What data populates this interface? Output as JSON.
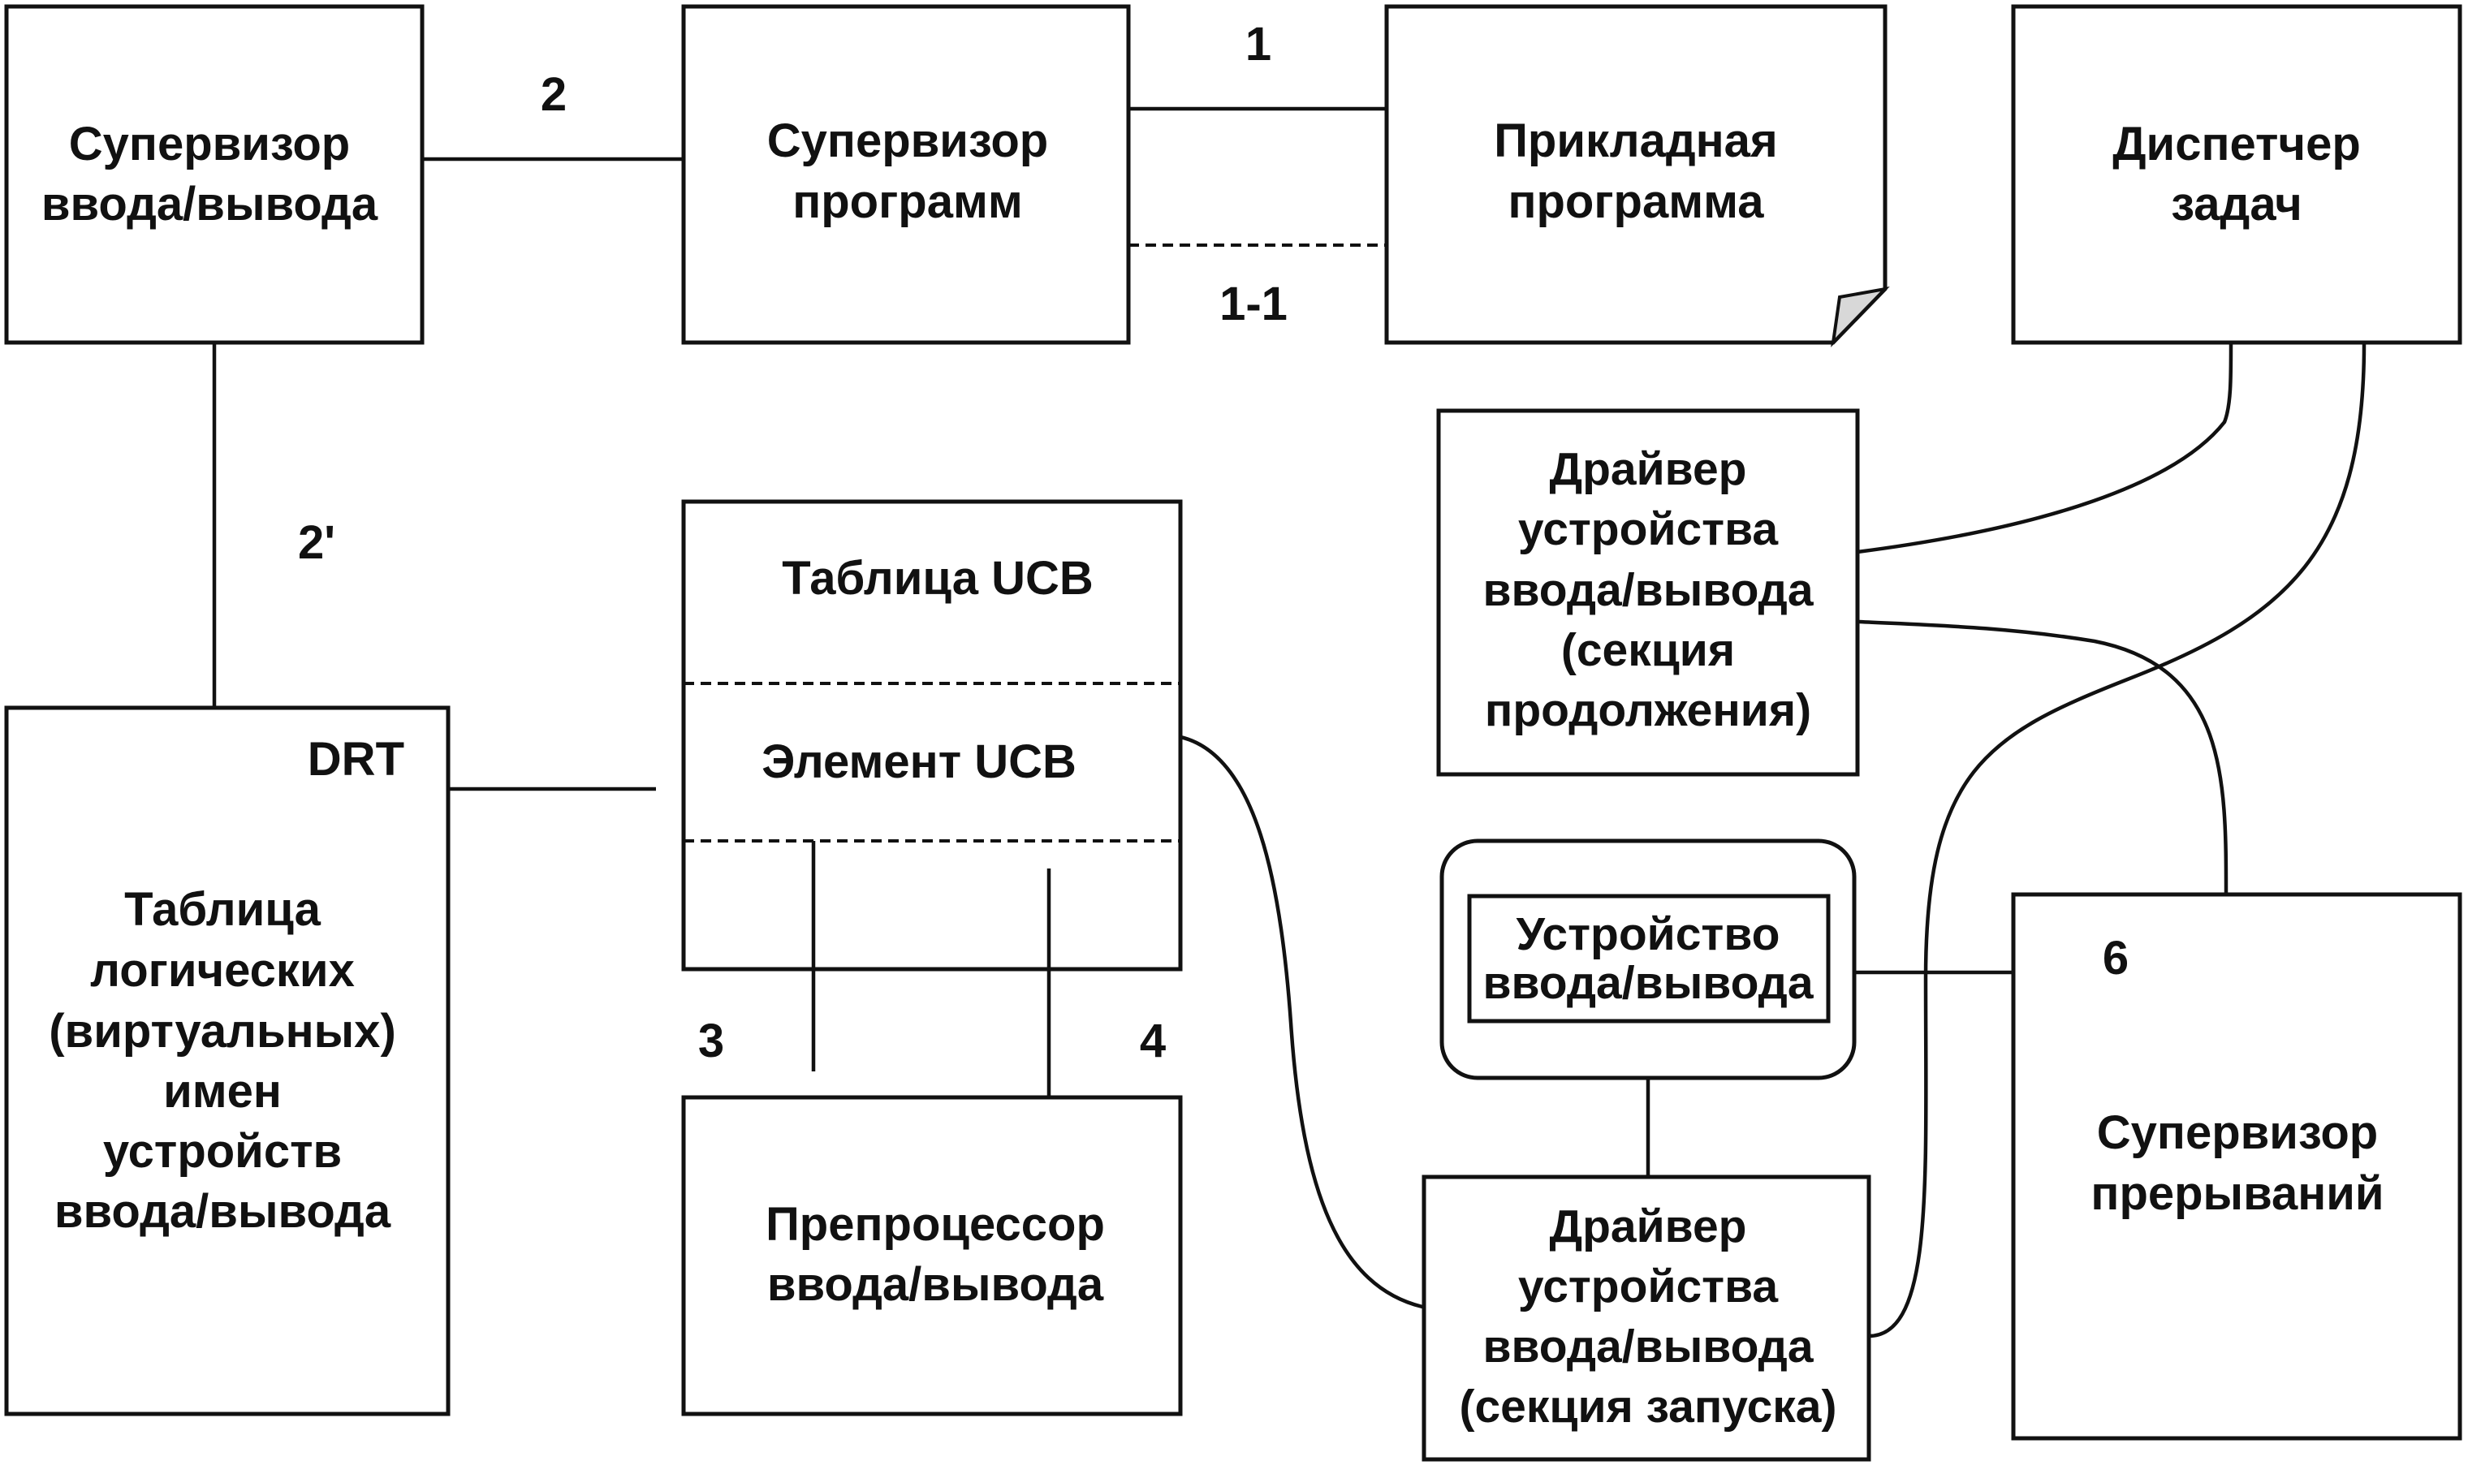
{
  "blocks": {
    "io_supervisor": [
      "Супервизор",
      "ввода/вывода"
    ],
    "program_supervisor": [
      "Супервизор",
      "программ"
    ],
    "application": [
      "Прикладная",
      "программа"
    ],
    "task_dispatcher": [
      "Диспетчер",
      "задач"
    ],
    "driver_continuation": [
      "Драйвер",
      "устройства",
      "ввода/вывода",
      "(секция",
      "продолжения)"
    ],
    "ucb_table": {
      "title": "Таблица UCB",
      "element": "Элемент UCB"
    },
    "drt": {
      "tag": "DRT",
      "lines": [
        "Таблица",
        "логических",
        "(виртуальных)",
        "имен",
        "устройств",
        "ввода/вывода"
      ]
    },
    "io_device": [
      "Устройство",
      "ввода/вывода"
    ],
    "preprocessor": [
      "Препроцессор",
      "ввода/вывода"
    ],
    "driver_start": [
      "Драйвер",
      "устройства",
      "ввода/вывода",
      "(секция запуска)"
    ],
    "interrupt_supervisor": {
      "tag": "6",
      "lines": [
        "Супервизор",
        "прерываний"
      ]
    }
  },
  "step_labels": {
    "s1": "1",
    "s1_1": "1-1",
    "s2": "2",
    "s2_prime": "2'",
    "s3": "3",
    "s4": "4"
  }
}
